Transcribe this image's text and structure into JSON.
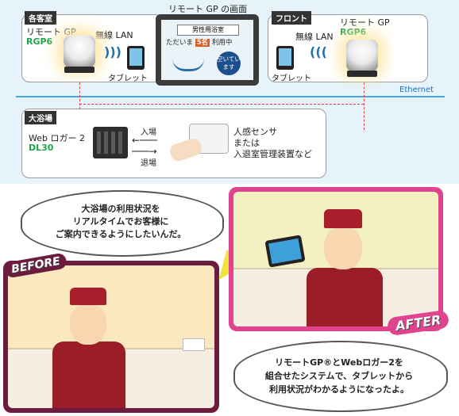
{
  "diagram": {
    "screen_caption": "リモート GP の画面",
    "screen_title": "男性用浴室",
    "screen_status_prefix": "ただいま",
    "screen_count": "5名",
    "screen_status_suffix": "利用中",
    "screen_vacant": "空いています",
    "guest_room_tag": "各客室",
    "front_tag": "フロント",
    "bath_tag": "大浴場",
    "remote_gp_label": "リモート GP",
    "rgp6": "RGP6",
    "wireless_lan": "無線 LAN",
    "tablet": "タブレット",
    "ethernet": "Ethernet",
    "web_logger": "Web ロガー 2",
    "dl30": "DL30",
    "enter": "入場",
    "exit": "退場",
    "sensor_line1": "人感センサ",
    "sensor_line2": "または",
    "sensor_line3": "入退室管理装置など"
  },
  "story": {
    "before_label": "BEFORE",
    "after_label": "AFTER",
    "before_bubble_line1": "大浴場の利用状況を",
    "before_bubble_line2": "リアルタイムでお客様に",
    "before_bubble_line3": "ご案内できるようにしたいんだ。",
    "after_bubble_line1": "リモートGP®とWebロガー2を",
    "after_bubble_line2": "組合せたシステムで、タブレットから",
    "after_bubble_line3": "利用状況がわかるようになったよ。"
  },
  "colors": {
    "before_frame": "#6b1c3f",
    "after_frame": "#e0448f",
    "arrow": "#f2e23a",
    "rgp_green": "#1ea54a"
  }
}
